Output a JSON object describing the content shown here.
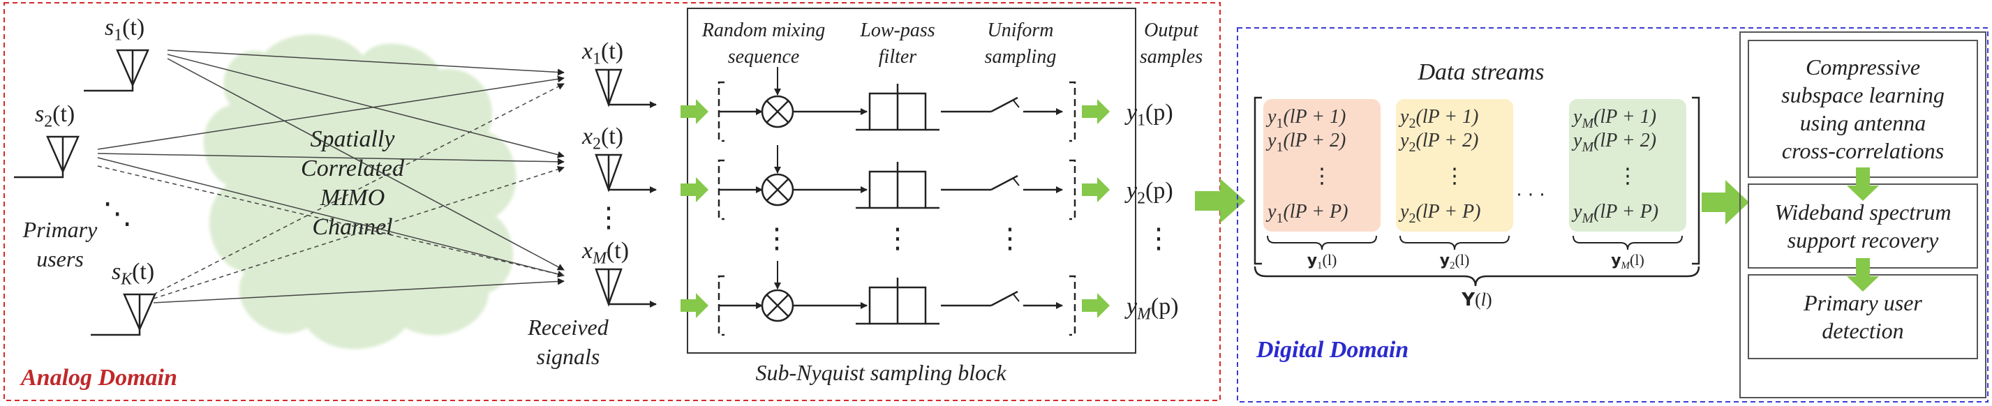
{
  "analog": {
    "label": "Analog Domain",
    "border_color": "#d62728",
    "users_label": [
      "Primary",
      "users"
    ],
    "users": [
      {
        "sym": "s",
        "sub": "1",
        "arg": "(t)"
      },
      {
        "sym": "s",
        "sub": "2",
        "arg": "(t)"
      },
      {
        "sym": "s",
        "sub": "K",
        "arg": "(t)"
      }
    ],
    "users_dots": "⋱",
    "channel_label": [
      "Spatially",
      "Correlated",
      "MIMO",
      "Channel"
    ],
    "channel_color": "#dcecd2",
    "received": [
      {
        "sym": "x",
        "sub": "1",
        "arg": "(t)"
      },
      {
        "sym": "x",
        "sub": "2",
        "arg": "(t)"
      },
      {
        "sym": "x",
        "sub": "M",
        "arg": "(t)"
      }
    ],
    "received_dots": "⋮",
    "received_label": [
      "Received",
      "signals"
    ]
  },
  "sampler": {
    "title": "Sub-Nyquist sampling block",
    "col_headers": [
      [
        "Random mixing",
        "sequence"
      ],
      [
        "Low-pass",
        "filter"
      ],
      [
        "Uniform",
        "sampling"
      ],
      [
        "Output",
        "samples"
      ]
    ],
    "outputs": [
      {
        "sym": "y",
        "sub": "1",
        "arg": "(p)"
      },
      {
        "sym": "y",
        "sub": "2",
        "arg": "(p)"
      },
      {
        "sym": "y",
        "sub": "M",
        "arg": "(p)"
      }
    ],
    "dots": "⋮"
  },
  "digital": {
    "label": "Digital Domain",
    "border_color": "#3b3bd6",
    "streams_title": "Data streams",
    "streams": [
      {
        "sym": "y",
        "sub": "1",
        "rows": [
          "(lP + 1)",
          "(lP + 2)",
          "⋮",
          "(lP + P)"
        ],
        "caption_sym": "y",
        "caption_sub": "1",
        "caption_arg": "(l)",
        "color": "#fbdccb"
      },
      {
        "sym": "y",
        "sub": "2",
        "rows": [
          "(lP + 1)",
          "(lP + 2)",
          "⋮",
          "(lP + P)"
        ],
        "caption_sym": "y",
        "caption_sub": "2",
        "caption_arg": "(l)",
        "color": "#fdefc6"
      },
      {
        "sym": "y",
        "sub": "M",
        "rows": [
          "(lP + 1)",
          "(lP + 2)",
          "⋮",
          "(lP + P)"
        ],
        "caption_sym": "y",
        "caption_sub": "M",
        "caption_arg": "(l)",
        "color": "#dcedd3"
      }
    ],
    "streams_dots": "· · ·",
    "matrix_caption": "Y(l)",
    "steps": [
      [
        "Compressive",
        "subspace learning",
        "using antenna",
        "cross-correlations"
      ],
      [
        "Wideband spectrum",
        "support recovery"
      ],
      [
        "Primary user",
        "detection"
      ]
    ]
  },
  "colors": {
    "arrow_green": "#86c84a",
    "line": "#222222"
  }
}
